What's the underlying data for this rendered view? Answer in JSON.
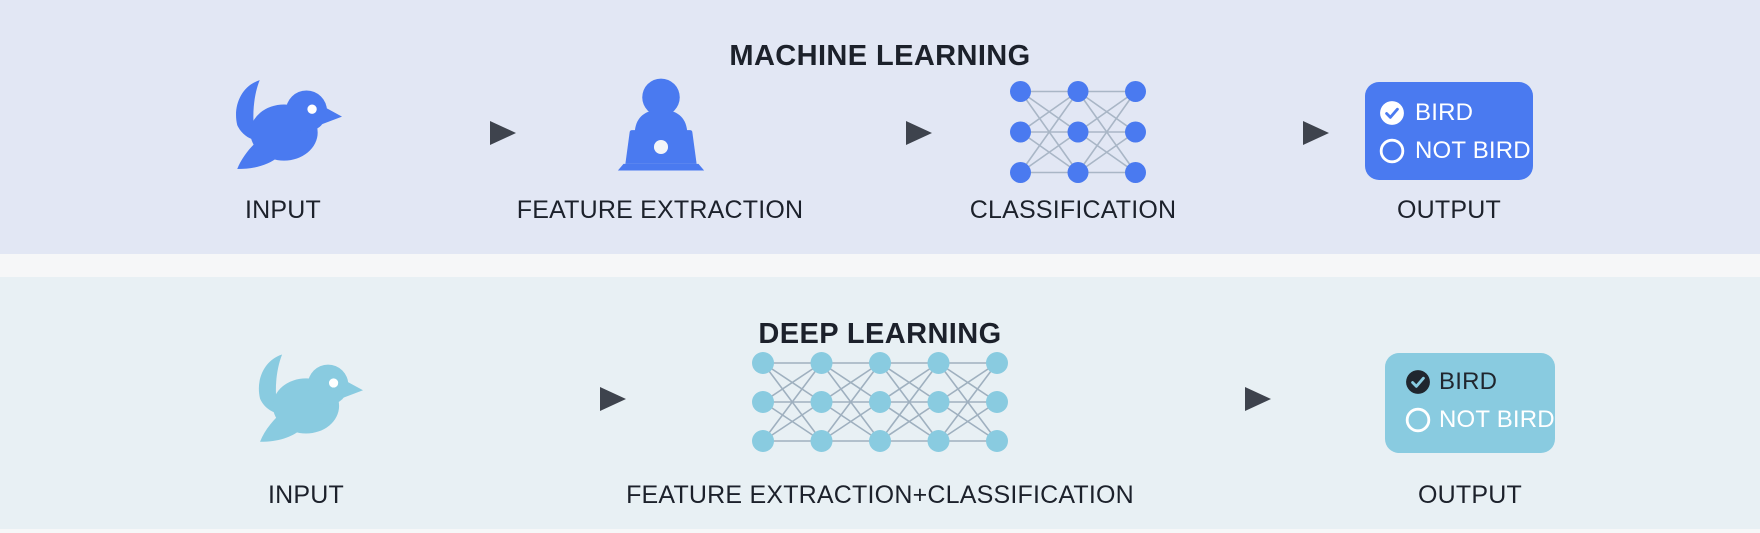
{
  "colors": {
    "ml_bg": "#e2e7f4",
    "dl_bg": "#e8f0f4",
    "divider": "#f6f7f8",
    "ml_accent": "#4a7af0",
    "dl_accent": "#89cbe0",
    "text_dark": "#1c212b",
    "text_light": "#ffffff",
    "arrow_dark": "#3e434d",
    "arrow_light": "#d9dde3"
  },
  "panels": {
    "ml": {
      "title": "MACHINE LEARNING",
      "input_label": "INPUT",
      "feature_label": "FEATURE EXTRACTION",
      "classification_label": "CLASSIFICATION",
      "output_label": "OUTPUT",
      "network": {
        "rows": 3,
        "cols": 3,
        "node_color": "#4a7af0",
        "line_color": "#a9b6c6"
      },
      "output_box": {
        "options": [
          {
            "label": "BIRD",
            "checked": true
          },
          {
            "label": "NOT BIRD",
            "checked": false
          }
        ]
      }
    },
    "dl": {
      "title": "DEEP LEARNING",
      "input_label": "INPUT",
      "feature_label": "FEATURE EXTRACTION+CLASSIFICATION",
      "output_label": "OUTPUT",
      "network": {
        "rows": 3,
        "cols": 5,
        "node_color": "#89cbe0",
        "line_color": "#9fb0bf"
      },
      "output_box": {
        "options": [
          {
            "label": "BIRD",
            "checked": true
          },
          {
            "label": "NOT BIRD",
            "checked": false
          }
        ]
      }
    }
  }
}
